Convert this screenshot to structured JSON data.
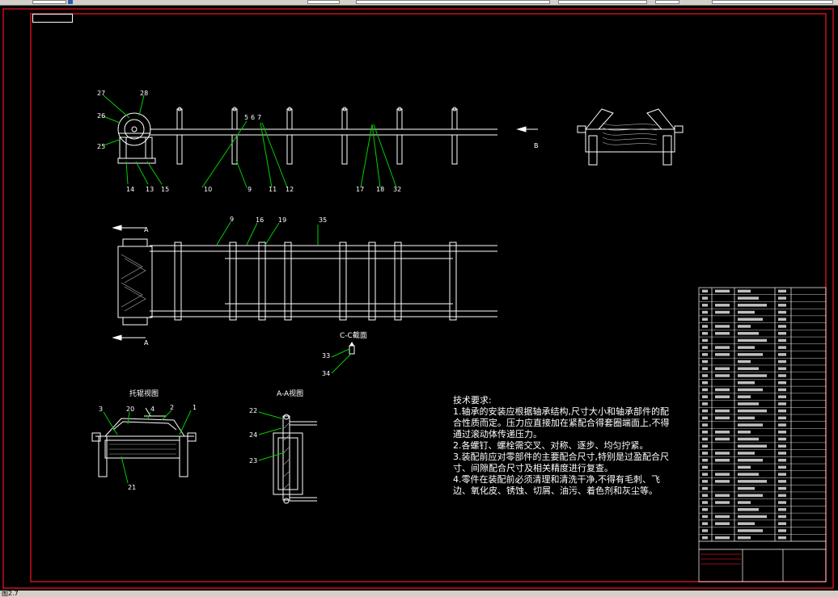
{
  "window": {
    "status_text": "图2.7"
  },
  "drawing": {
    "sheet_label": "",
    "colors": {
      "background": "#000000",
      "border": "#c8101e",
      "lines": "#ffffff",
      "leaders": "#00d000",
      "hatch": "#b0b0b0"
    },
    "balloons_elevation": [
      "27",
      "28",
      "26",
      "25",
      "5",
      "6",
      "7",
      "14",
      "13",
      "15",
      "10",
      "9",
      "11",
      "12",
      "17",
      "18",
      "32"
    ],
    "balloons_plan": [
      "9",
      "16",
      "19",
      "35",
      "A",
      "A"
    ],
    "view_arrow_b": "B",
    "section_cc_title": "C-C截面",
    "section_cc_balloons": [
      "33",
      "34"
    ],
    "idler_view_title": "托辊视图",
    "idler_balloons": [
      "3",
      "20",
      "4",
      "2",
      "1",
      "21"
    ],
    "section_aa_title": "A-A视图",
    "section_aa_balloons": [
      "22",
      "24",
      "23"
    ],
    "technical_requirements": {
      "title": "技术要求:",
      "notes": [
        "1.轴承的安装应根据轴承结构,尺寸大小和轴承部件的配合性质而定。压力应直接加在紧配合得套圈端面上,不得通过滚动体传递压力。",
        "2.各螺钉、螺栓需交叉、对称、逐步、均匀拧紧。",
        "3.装配前应对零部件的主要配合尺寸,特别是过盈配合尺寸、间隙配合尺寸及相关精度进行复查。",
        "4.零件在装配前必须清理和清洗干净,不得有毛刺、飞边、氧化皮、锈蚀、切屑、油污、着色剂和灰尘等。"
      ]
    }
  }
}
